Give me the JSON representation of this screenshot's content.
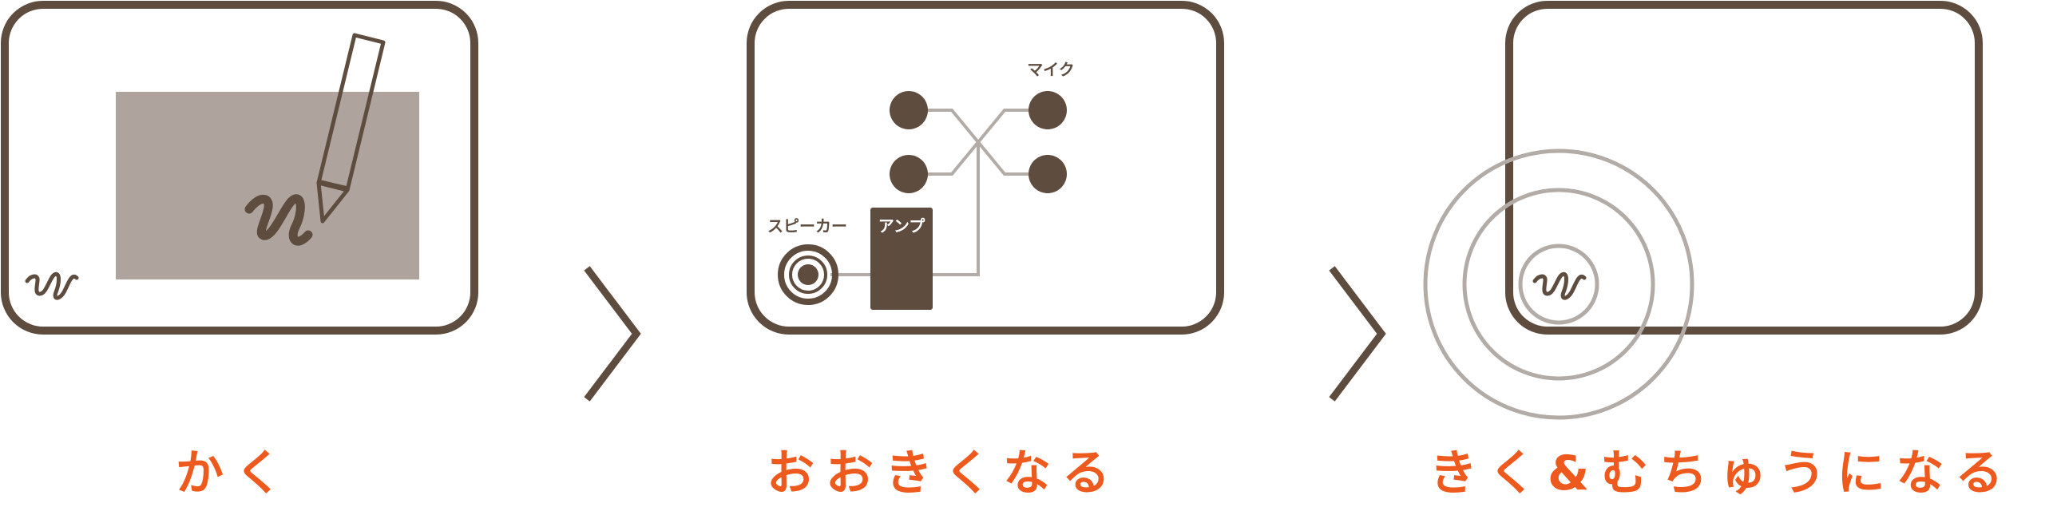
{
  "steps": [
    {
      "caption": "かく"
    },
    {
      "caption": "おおきくなる"
    },
    {
      "caption": "きく&むちゅうになる"
    }
  ],
  "labels": {
    "mic": "マイク",
    "speaker": "スピーカー",
    "amp": "アンプ"
  },
  "colors": {
    "frame": "#5e4c3e",
    "gray_panel": "#aea49d",
    "wire": "#b3aba5",
    "caption": "#ee5a1e"
  },
  "icons": [
    "pen-icon",
    "squiggle-icon",
    "microphone-icon",
    "speaker-icon",
    "amplifier-icon",
    "sound-wave-icon",
    "chevron-right-icon"
  ]
}
